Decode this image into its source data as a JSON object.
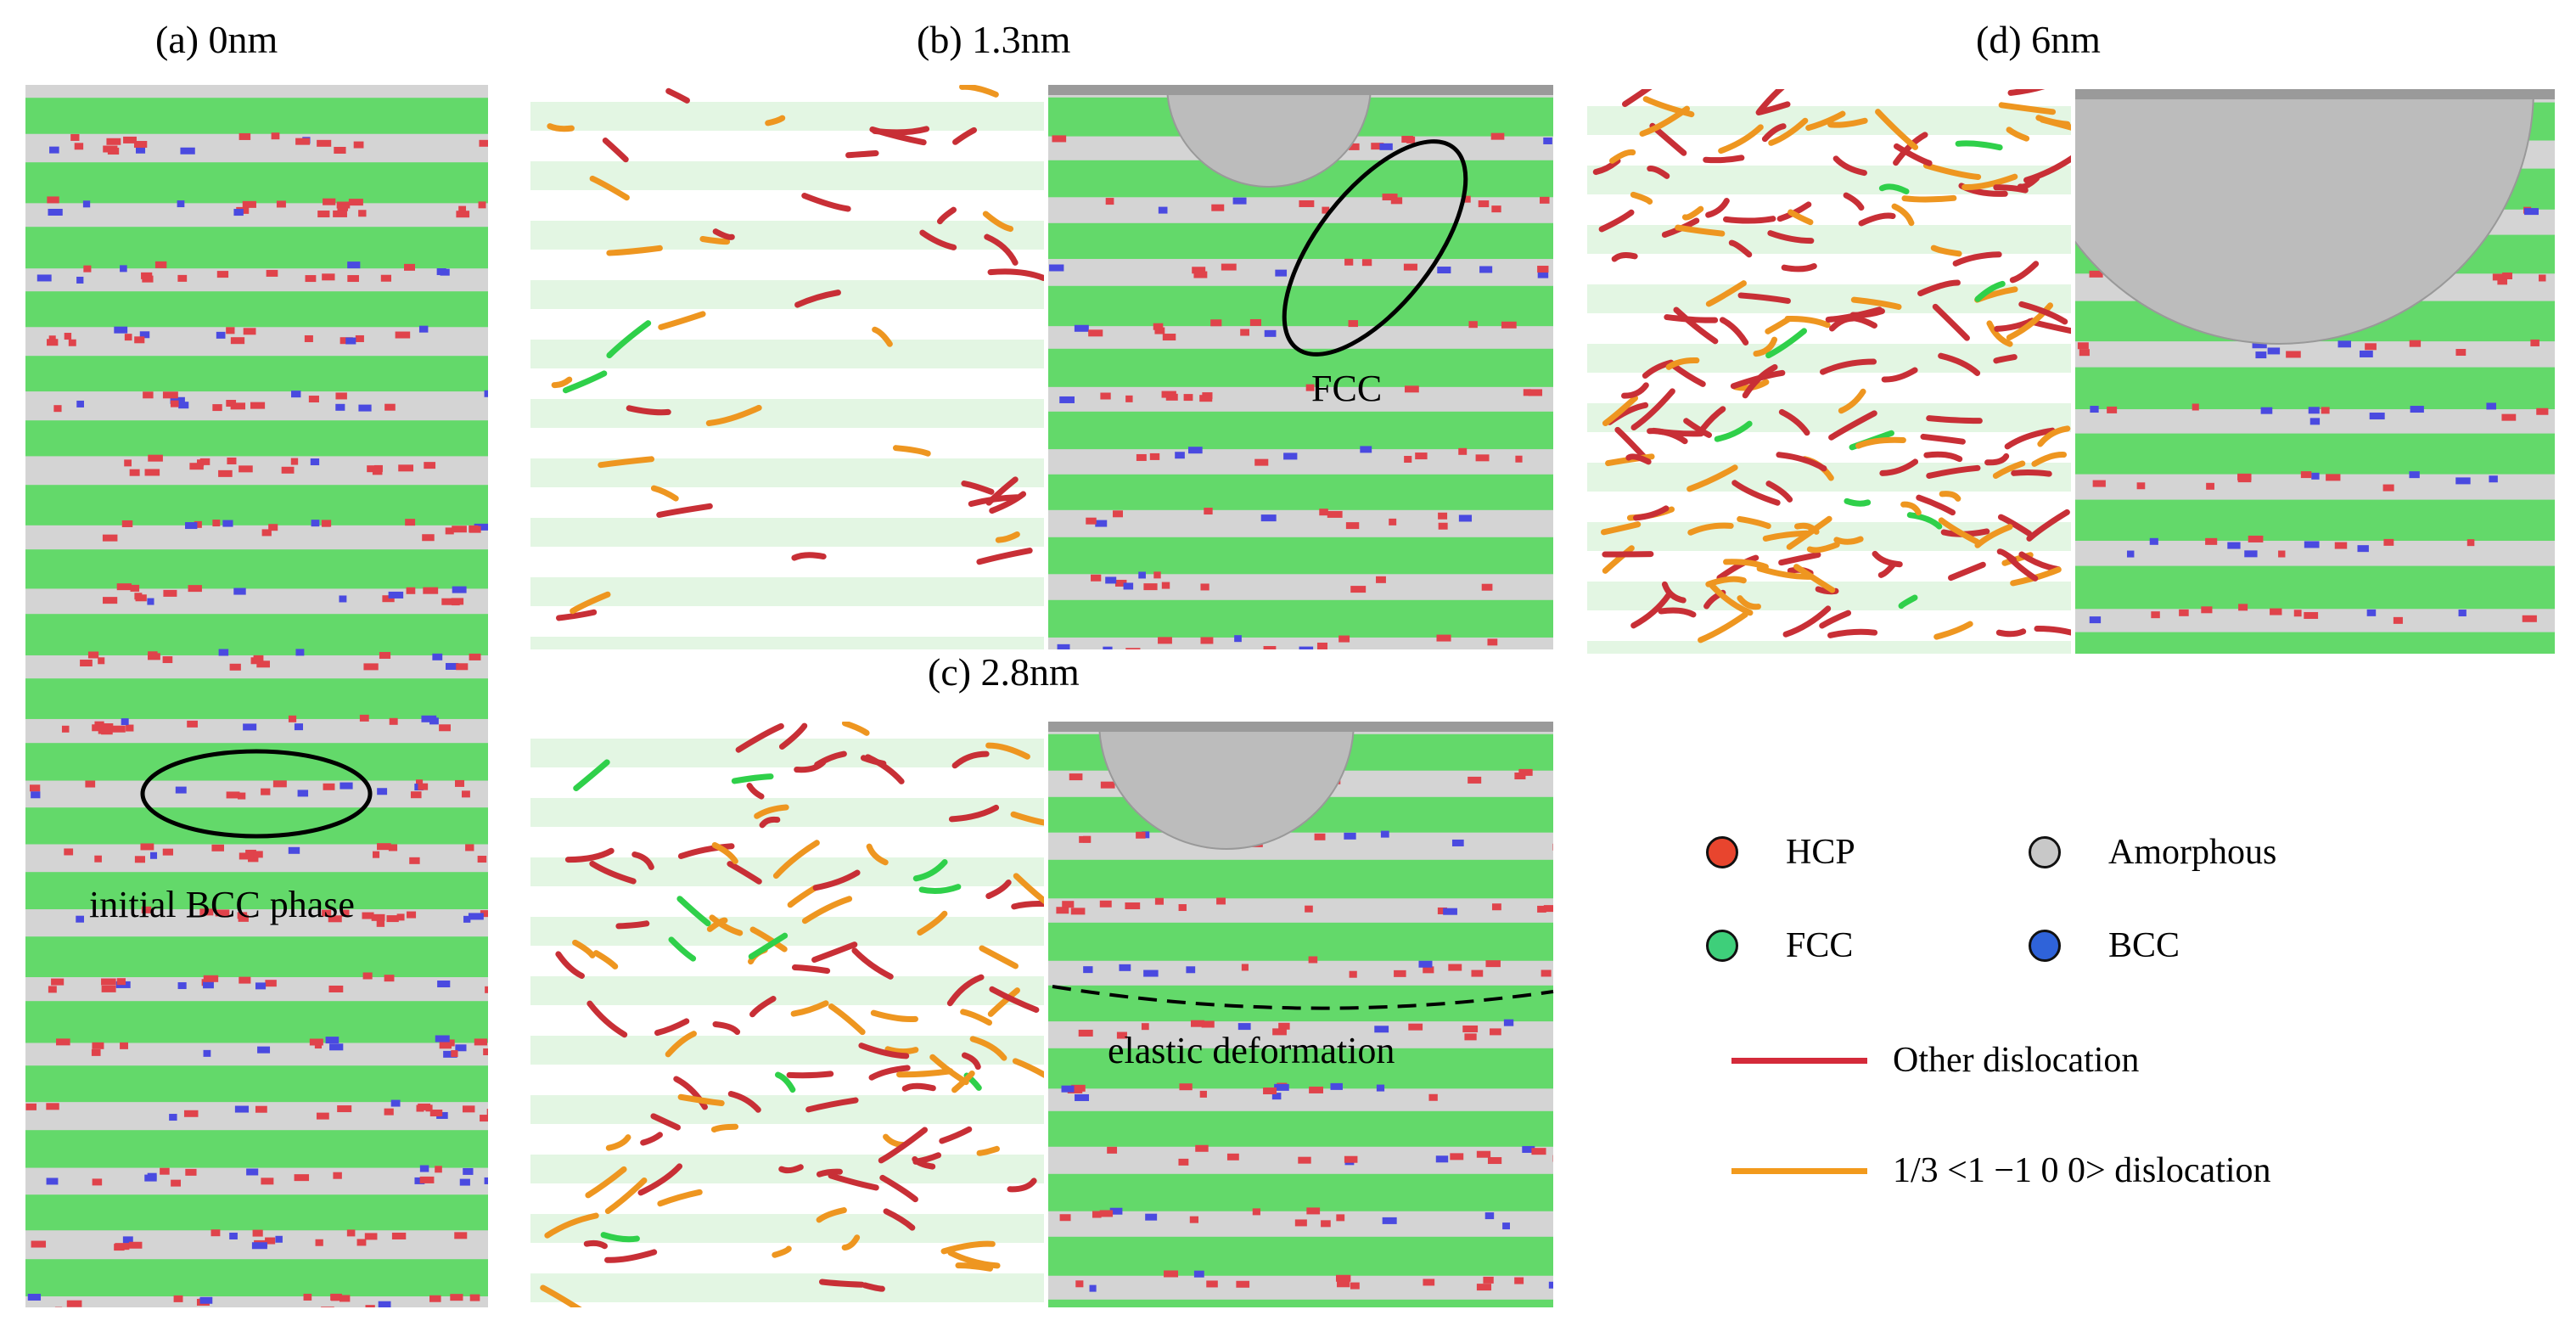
{
  "titles": {
    "a": "(a) 0nm",
    "b": "(b) 1.3nm",
    "c": "(c) 2.8nm",
    "d": "(d) 6nm"
  },
  "annotations": {
    "initial_bcc": "initial BCC phase",
    "fcc": "FCC",
    "elastic": "elastic deformation"
  },
  "legend": {
    "hcp": {
      "label": "HCP",
      "color": "#e8452e"
    },
    "fcc": {
      "label": "FCC",
      "color": "#3ecf7a"
    },
    "amorphous": {
      "label": "Amorphous",
      "color": "#c8c8c8"
    },
    "bcc": {
      "label": "BCC",
      "color": "#2f63d9"
    },
    "other_dislocation": {
      "label": "Other dislocation",
      "color": "#d42a3a"
    },
    "partial_dislocation": {
      "label": "1/3 <1 −1 0 0> dislocation",
      "color": "#f29a1c"
    }
  },
  "colors": {
    "fcc_band": "#63d96a",
    "gray_band": "#d4d4d4",
    "hcp_atom": "#e0434b",
    "bcc_atom": "#4a4ae0",
    "ghost_fcc": "#e3f6e3",
    "indent_gray": "#bcbcbc"
  }
}
